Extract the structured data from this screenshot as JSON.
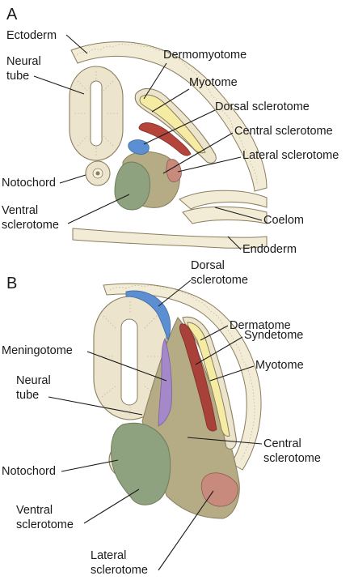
{
  "colors": {
    "tissue": "#ece4cc",
    "tissue_outline": "#8a7d5e",
    "myotome": "#f5eba3",
    "dorsal_sclerotome_a": "#b5453b",
    "central_sclerotome": "#b5ac85",
    "lateral_sclerotome": "#c98a7e",
    "ventral_sclerotome": "#8fa27f",
    "dorsal_sclerotome_b": "#5b8fd1",
    "meningotome": "#a488c9",
    "syndetome": "#a8413a"
  },
  "panel_a": {
    "letter": "A",
    "labels": {
      "ectoderm": "Ectoderm",
      "neural_tube_1": "Neural",
      "neural_tube_2": "tube",
      "dermomyotome": "Dermomyotome",
      "myotome": "Myotome",
      "dorsal_sclerotome": "Dorsal sclerotome",
      "central_sclerotome": "Central sclerotome",
      "lateral_sclerotome": "Lateral sclerotome",
      "notochord": "Notochord",
      "ventral_sclerotome_1": "Ventral",
      "ventral_sclerotome_2": "sclerotome",
      "coelom": "Coelom",
      "endoderm": "Endoderm"
    }
  },
  "panel_b": {
    "letter": "B",
    "labels": {
      "dorsal_sclerotome_1": "Dorsal",
      "dorsal_sclerotome_2": "sclerotome",
      "dermatome": "Dermatome",
      "syndetome": "Syndetome",
      "myotome": "Myotome",
      "meningotome": "Meningotome",
      "neural_tube_1": "Neural",
      "neural_tube_2": "tube",
      "central_sclerotome_1": "Central",
      "central_sclerotome_2": "sclerotome",
      "notochord": "Notochord",
      "ventral_sclerotome_1": "Ventral",
      "ventral_sclerotome_2": "sclerotome",
      "lateral_sclerotome_1": "Lateral",
      "lateral_sclerotome_2": "sclerotome"
    }
  }
}
